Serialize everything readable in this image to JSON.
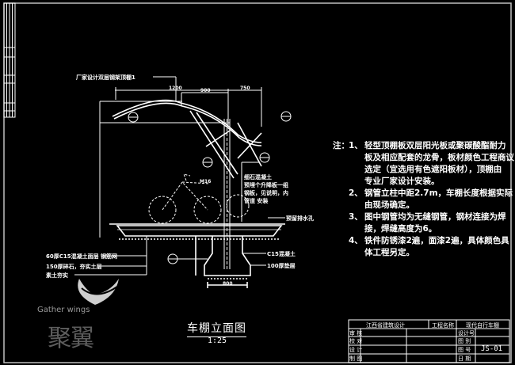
{
  "drawing": {
    "title": "车棚立面图",
    "scale": "1:25",
    "callouts": {
      "roof_panel": "厂家设计双层钢架顶棚1",
      "dim_top_left": "1200",
      "dim_top_mid": "900",
      "dim_top_right": "750",
      "concrete_note_1": "细石混凝土",
      "concrete_note_2": "预埋个升降板一组",
      "concrete_note_3": "钢板，见说明，内",
      "concrete_note_4": "管道 安装",
      "drain_note": "预留排水孔",
      "layer_1": "60厚C15混凝土面层 钢筋网",
      "layer_2": "150厚碎石，夯实土层",
      "layer_3": "素土夯实",
      "footing_1": "C15混凝土",
      "footing_2": "100厚垫层",
      "footing_width": "800",
      "anchor_label": "M16"
    },
    "notes": {
      "heading": "注：",
      "items": [
        {
          "num": "1、",
          "lines": [
            "轻型顶棚板双层阳光板或聚碳酸酯耐力",
            "板及相应配套的龙骨，板材颜色工程商议",
            "选定（宜选用有色遮阳板材），顶棚由",
            "专业厂家设计安装。"
          ]
        },
        {
          "num": "2、",
          "lines": [
            "钢管立柱中距2.7m，车棚长度根据实际",
            "由现场确定。"
          ]
        },
        {
          "num": "3、",
          "lines": [
            "图中钢管均为无缝钢管，钢材连接为焊",
            "接，焊缝高度为6。"
          ]
        },
        {
          "num": "4、",
          "lines": [
            "铁件防锈漆2遍，面漆2遍，具体颜色具",
            "体工程另定。"
          ]
        }
      ]
    }
  },
  "title_block": {
    "company": "江西省建筑设计",
    "project_label": "工程名称",
    "project_name": "现代自行车棚",
    "rows_left": [
      "审 核",
      "校 对",
      "设 计",
      "制 图"
    ],
    "rows_right": [
      "设计号",
      "图 别",
      "图 号",
      "日 期"
    ],
    "drawing_number": "JS-01"
  },
  "watermark": {
    "brand_en": "Gather wings",
    "brand_cn": "聚翼"
  },
  "colors": {
    "background": "#000000",
    "lines": "#ffffff",
    "frame": "#bfbfbf",
    "watermark": "#5d5d5d"
  }
}
